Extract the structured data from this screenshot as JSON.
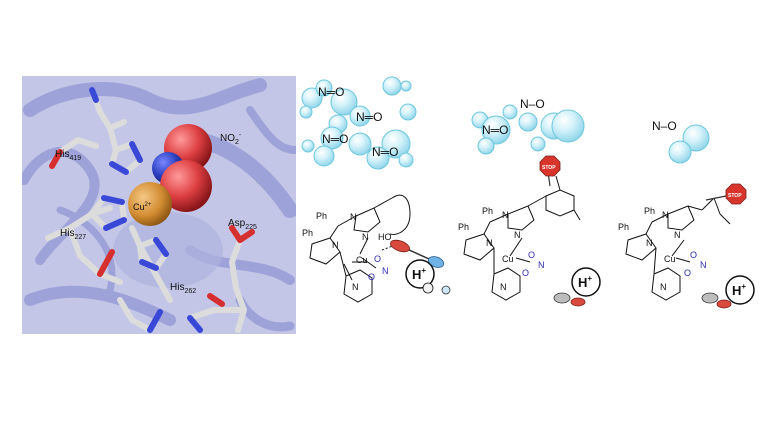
{
  "protein_panel": {
    "labels": {
      "his419": {
        "name": "His",
        "sub": "419"
      },
      "no2": {
        "text": "NO",
        "sub": "2",
        "sup": "-"
      },
      "cu": {
        "text": "Cu",
        "sup": "2+"
      },
      "asp225": {
        "name": "Asp",
        "sub": "225"
      },
      "his227": {
        "name": "His",
        "sub": "227"
      },
      "his262": {
        "name": "His",
        "sub": "262"
      }
    },
    "colors": {
      "background": "#c3c6e6",
      "ribbon": "#9da2d8",
      "stick_carbon": "#dcdcdc",
      "stick_nitrogen": "#3a48d8",
      "stick_oxygen": "#d62f2f",
      "copper": "#d38d32",
      "oxygen_sphere": "#dd3f42",
      "nitrogen_sphere": "#2b3fbf"
    }
  },
  "gas_labels": {
    "no": "N═O",
    "no_dash": "N–O"
  },
  "complexes": {
    "ph": "Ph",
    "n": "N",
    "cu": "Cu",
    "o": "O",
    "ho": "HO",
    "proton": {
      "text": "H",
      "sup": "+"
    },
    "stop_sign": "STOP"
  },
  "colors": {
    "bubble_fill": "#bfe9f4",
    "bubble_stroke": "#6cc7de",
    "ligand_blue": "#2b2bb4",
    "stop_red": "#d9342b",
    "swab_red": "#d8493e"
  }
}
